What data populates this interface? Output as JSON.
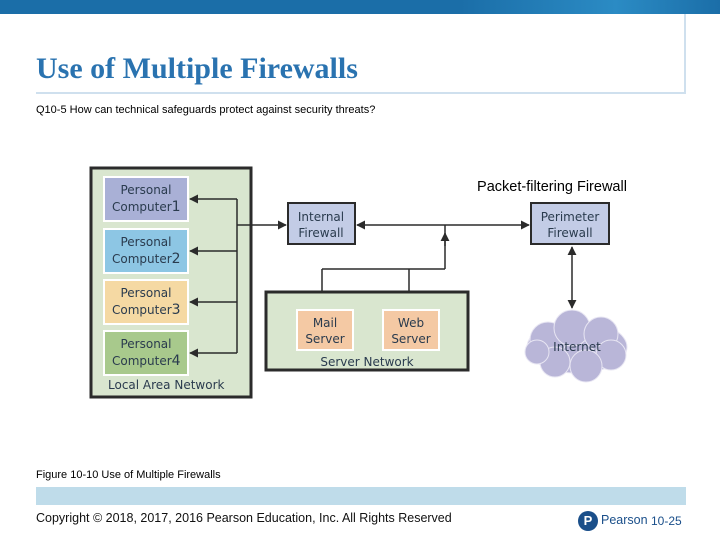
{
  "slide": {
    "title": "Use of Multiple Firewalls",
    "subtitle": "Q10-5 How can technical safeguards protect against security threats?",
    "caption": "Figure 10-10 Use of Multiple Firewalls",
    "copyright": "Copyright © 2018, 2017, 2016 Pearson Education, Inc. All Rights Reserved",
    "brand": "Pearson",
    "brand_initial": "P",
    "page_number": "10-25"
  },
  "diagram": {
    "lan_label": "Local Area Network",
    "computers": [
      {
        "line1": "Personal",
        "line2": "Computer",
        "num": "1",
        "color": "#a9b0d6"
      },
      {
        "line1": "Personal",
        "line2": "Computer",
        "num": "2",
        "color": "#8dc6e4"
      },
      {
        "line1": "Personal",
        "line2": "Computer",
        "num": "3",
        "color": "#f5d9a3"
      },
      {
        "line1": "Personal",
        "line2": "Computer",
        "num": "4",
        "color": "#a8c98c"
      }
    ],
    "internal_firewall": {
      "line1": "Internal",
      "line2": "Firewall"
    },
    "perimeter_firewall": {
      "line1": "Perimeter",
      "line2": "Firewall"
    },
    "packet_filter_label": "Packet-filtering Firewall",
    "server_network_label": "Server Network",
    "mail_server": {
      "line1": "Mail",
      "line2": "Server"
    },
    "web_server": {
      "line1": "Web",
      "line2": "Server"
    },
    "internet_label": "Internet",
    "colors": {
      "lan_bg": "#d9e6cf",
      "frame": "#2b2b2b",
      "firewall_fill": "#c3cce6",
      "server_fill": "#f4c9a4",
      "cloud_fill": "#b9b6d8"
    }
  }
}
